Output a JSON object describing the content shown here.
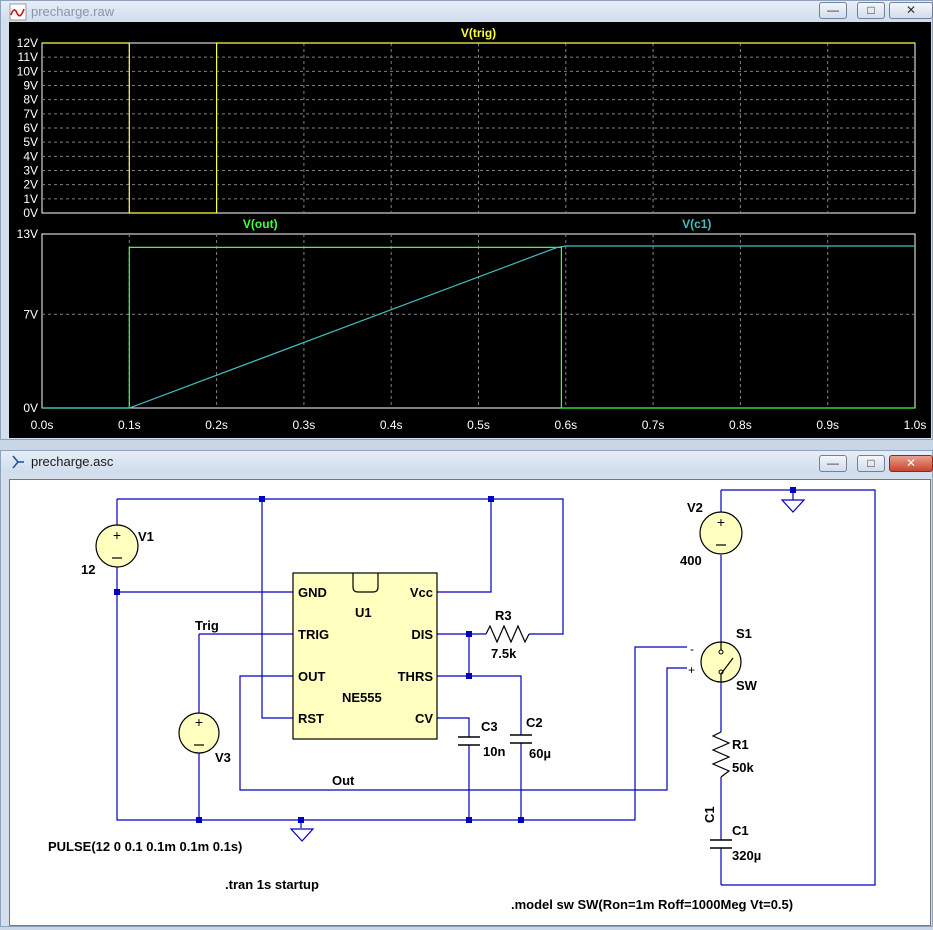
{
  "waveform_window": {
    "title": "precharge.raw",
    "icon": "waveform-app-icon",
    "buttons": {
      "minimize": "—",
      "maximize": "□",
      "close": "✕"
    }
  },
  "schematic_window": {
    "title": "precharge.asc",
    "icon": "schematic-app-icon",
    "buttons": {
      "minimize": "—",
      "maximize": "□",
      "close": "✕"
    }
  },
  "colors": {
    "trig": "#ffff40",
    "out": "#40ff40",
    "c1": "#40c0c0",
    "grid": "#808080",
    "wire": "#0000c0",
    "ic_fill": "#ffffc0"
  },
  "chart_data": [
    {
      "type": "line",
      "series": [
        {
          "name": "V(trig)",
          "x": [
            0,
            0.1,
            0.1,
            0.2,
            0.2,
            1.0
          ],
          "y": [
            12,
            12,
            0,
            0,
            12,
            12
          ]
        }
      ],
      "yticks": [
        "12V",
        "11V",
        "10V",
        "9V",
        "8V",
        "7V",
        "6V",
        "5V",
        "4V",
        "3V",
        "2V",
        "1V",
        "0V"
      ],
      "ylim": [
        0,
        12
      ],
      "xlim": [
        0,
        1.0
      ],
      "grid": true
    },
    {
      "type": "line",
      "series": [
        {
          "name": "V(out)",
          "x": [
            0,
            0.1,
            0.1,
            0.595,
            0.595,
            1.0
          ],
          "y": [
            0,
            0,
            12,
            12,
            0,
            0
          ]
        },
        {
          "name": "V(c1)",
          "x": [
            0,
            0.1,
            0.59,
            0.6,
            1.0
          ],
          "y": [
            0,
            0,
            12.0,
            12.1,
            12.1
          ]
        }
      ],
      "yticks": [
        "13V",
        "7V",
        "0V"
      ],
      "xticks": [
        "0.0s",
        "0.1s",
        "0.2s",
        "0.3s",
        "0.4s",
        "0.5s",
        "0.6s",
        "0.7s",
        "0.8s",
        "0.9s",
        "1.0s"
      ],
      "ylim": [
        0,
        13
      ],
      "xlim": [
        0,
        1.0
      ],
      "grid": true
    }
  ],
  "schematic": {
    "v1_name": "V1",
    "v1_value": "12",
    "v2_name": "V2",
    "v2_value": "400",
    "v3_name": "V3",
    "v3_value": "PULSE(12 0 0.1 0.1m 0.1m 0.1s)",
    "u1_name": "U1",
    "u1_model": "NE555",
    "pin_gnd": "GND",
    "pin_trig": "TRIG",
    "pin_out": "OUT",
    "pin_rst": "RST",
    "pin_vcc": "Vcc",
    "pin_dis": "DIS",
    "pin_thrs": "THRS",
    "pin_cv": "CV",
    "r3_name": "R3",
    "r3_value": "7.5k",
    "c3_name": "C3",
    "c3_value": "10n",
    "c2_name": "C2",
    "c2_value": "60µ",
    "s1_name": "S1",
    "s1_model": "SW",
    "r1_name": "R1",
    "r1_value": "50k",
    "c1_name": "C1",
    "c1_value": "320µ",
    "c1_net": "C1",
    "net_trig": "Trig",
    "net_out": "Out",
    "sw_minus": "-",
    "sw_plus": "+",
    "tran_directive": ".tran 1s startup",
    "model_directive": ".model sw SW(Ron=1m Roff=1000Meg Vt=0.5)"
  }
}
